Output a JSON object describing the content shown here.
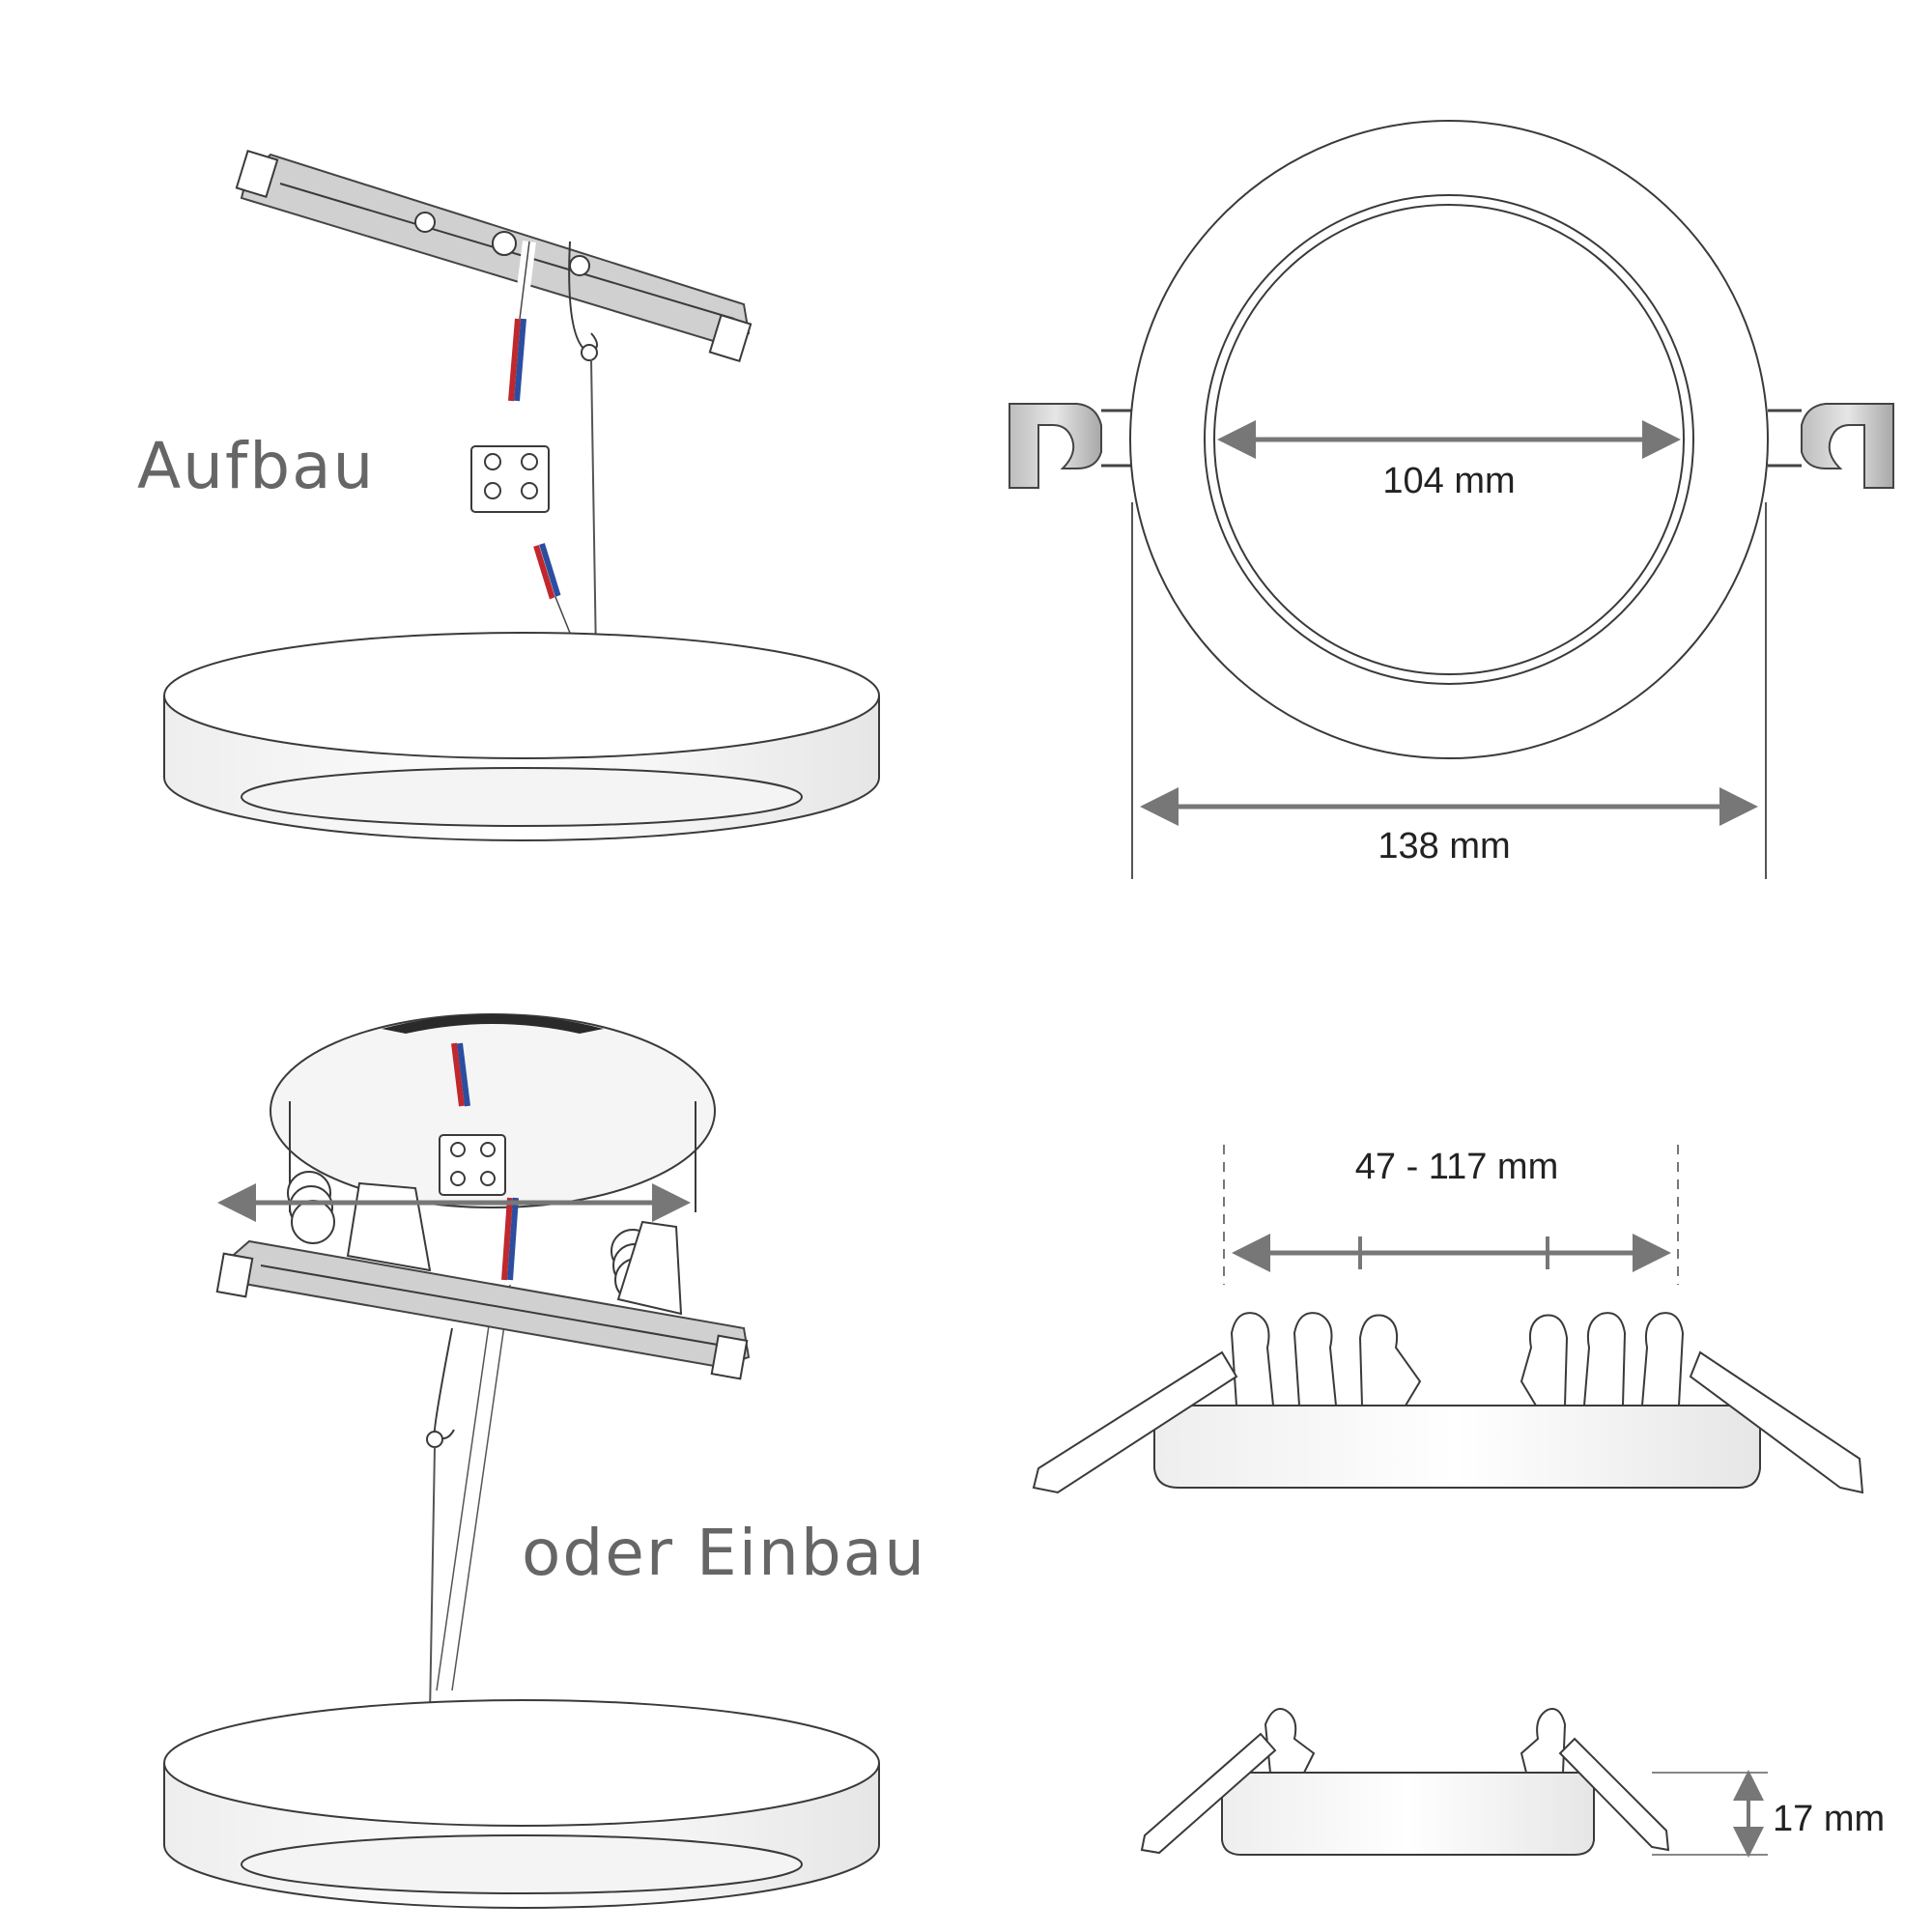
{
  "labels": {
    "mount_surface": "Aufbau",
    "mount_recessed": "oder Einbau"
  },
  "dimensions": {
    "inner_diameter": "104 mm",
    "outer_diameter": "138 mm",
    "cutout_range": "47 - 117 mm",
    "height": "17 mm"
  },
  "colors": {
    "wire_red": "#c0282d",
    "wire_blue": "#2b4ea0",
    "dimension_arrow": "#777777",
    "label_text": "#666666"
  }
}
